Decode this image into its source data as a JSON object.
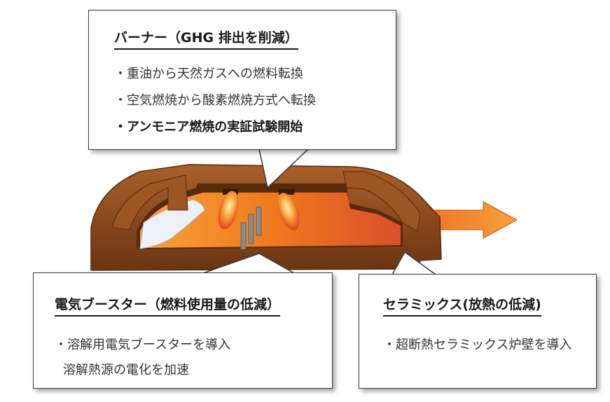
{
  "burner": {
    "title": "バーナー（GHG 排出を削減）",
    "items": [
      "・重油から天然ガスへの燃料転換",
      "・空気燃焼から酸素燃焼方式へ転換",
      "・アンモニア燃焼の実証試験開始"
    ]
  },
  "booster": {
    "title": "電気ブースター（燃料使用量の低減）",
    "items": [
      "・溶解用電気ブースターを導入",
      "溶解熱源の電化を加速"
    ]
  },
  "ceramics": {
    "title": "セラミックス(放熱の低減)",
    "items": [
      "・超断熱セラミックス炉壁を導入"
    ]
  },
  "colors": {
    "furnace_wall": "#8b4a1e",
    "melt_orange": "#f07a1e",
    "arrow_orange": "#f28a2a"
  }
}
